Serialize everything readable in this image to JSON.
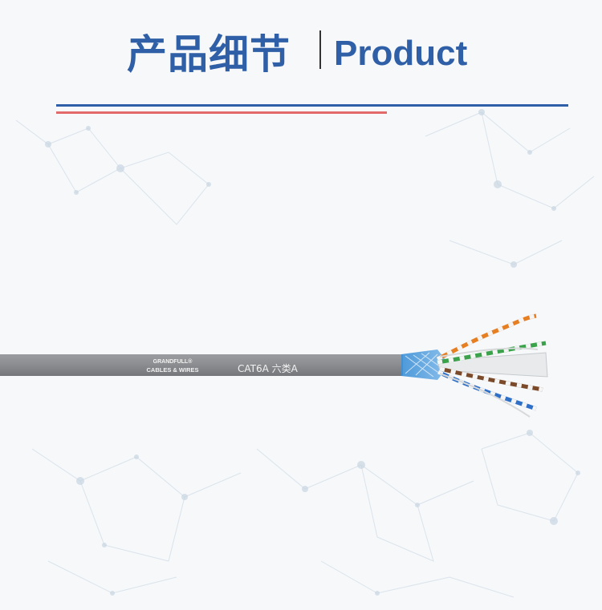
{
  "header": {
    "title_cn": "产品细节",
    "title_en": "Product",
    "accent_blue": "#2f5fa6",
    "accent_red": "#e36a6a"
  },
  "cable": {
    "brand_line1": "GRANDFULL®",
    "brand_line2": "CABLES & WIRES",
    "model_label": "CAT6A 六类A",
    "jacket_color": "#8c8e91"
  }
}
